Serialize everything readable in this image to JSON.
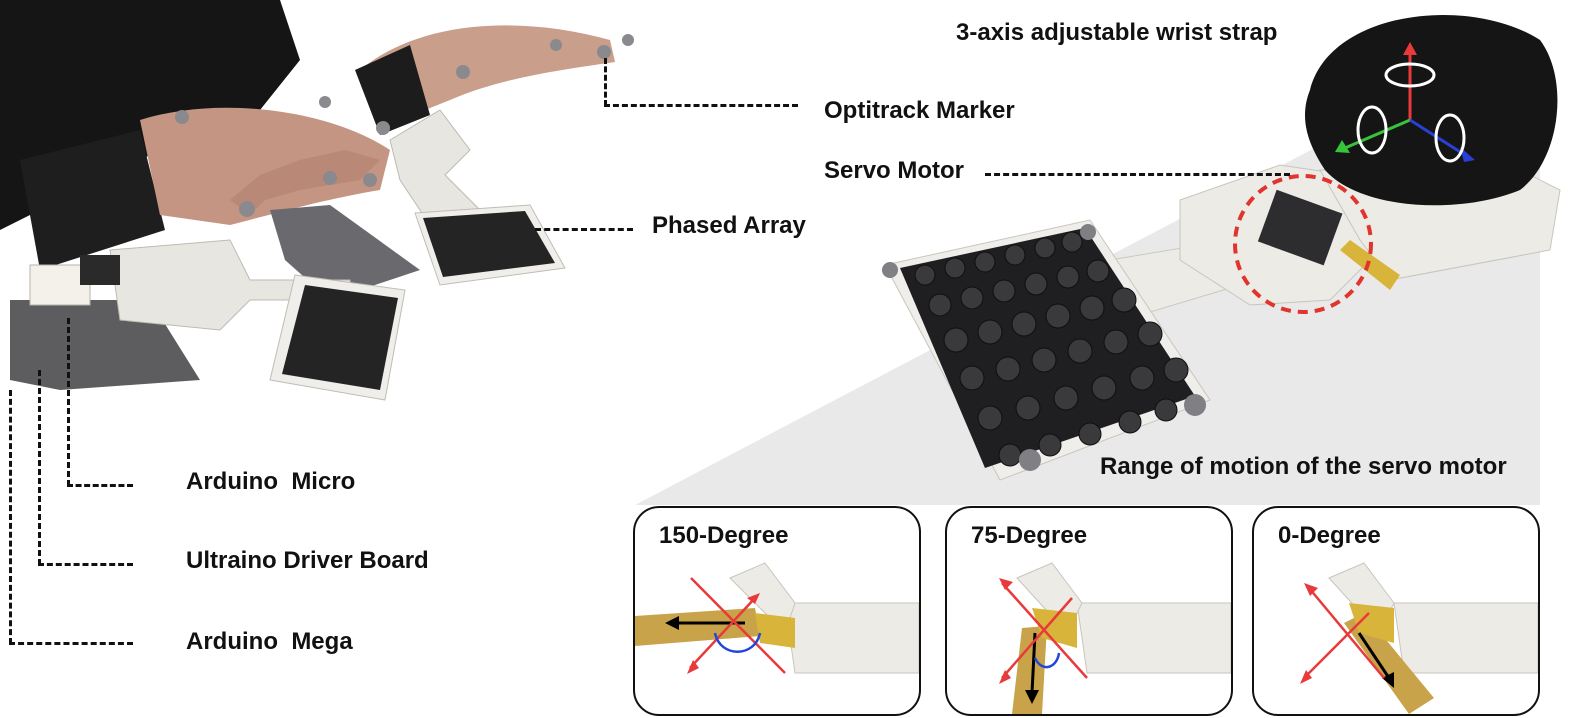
{
  "labels": {
    "optitrack_marker": "Optitrack Marker",
    "phased_array": "Phased Array",
    "arduino_micro": "Arduino  Micro",
    "ultraino_driver_board": "Ultraino Driver Board",
    "arduino_mega": "Arduino  Mega",
    "wrist_strap": "3-axis adjustable wrist strap",
    "servo_motor": "Servo Motor",
    "range_of_motion": "Range of motion of the servo motor"
  },
  "panels": [
    {
      "title": "150-Degree",
      "angle": 150
    },
    {
      "title": "75-Degree",
      "angle": 75
    },
    {
      "title": "0-Degree",
      "angle": 0
    }
  ],
  "colors": {
    "accent_red": "#e0342c",
    "axis_red": "#e83a3a",
    "axis_green": "#35c43a",
    "axis_blue": "#2a3fd6",
    "arc_blue": "#2147d8",
    "device_white": "#ecebe6",
    "transducer_black": "#222222",
    "wire_yellow": "#d8b43a"
  }
}
